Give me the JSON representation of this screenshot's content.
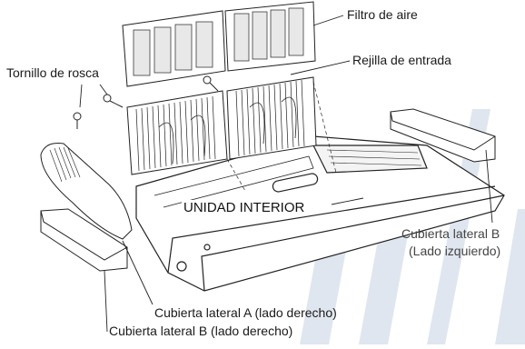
{
  "labels": {
    "air_filter": "Filtro de aire",
    "screw": "Tornillo de rosca",
    "intake_grille": "Rejilla de entrada",
    "indoor_unit": "UNIDAD INTERIOR",
    "side_cover_b_left_line1": "Cubierta lateral B",
    "side_cover_b_left_line2": "(Lado izquierdo)",
    "side_cover_a_right": "Cubierta lateral A (lado derecho)",
    "side_cover_b_right": "Cubierta lateral B (lado derecho)"
  },
  "colors": {
    "watermark": "#dfe6ef",
    "line": "#222222",
    "label_text": "#1a1a1a"
  }
}
